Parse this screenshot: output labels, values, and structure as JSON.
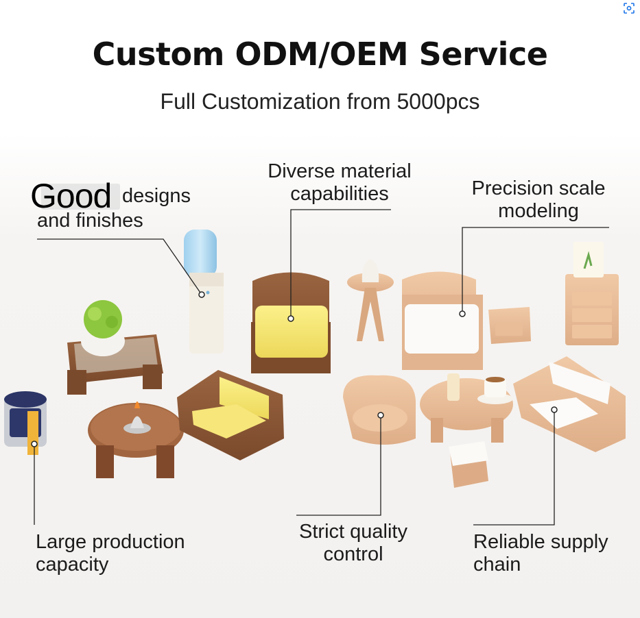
{
  "header": {
    "title": "Custom ODM/OEM Service",
    "subtitle": "Full Customization from 5000pcs"
  },
  "toolbar": {
    "visual_search_icon": "lens-scan-icon"
  },
  "callouts": {
    "designs": {
      "overlay_word": "Good",
      "line1": "designs",
      "line2": "and finishes"
    },
    "material": {
      "line1": "Diverse material",
      "line2": "capabilities"
    },
    "scale": {
      "line1": "Precision scale",
      "line2": "modeling"
    },
    "production": {
      "line1": "Large production",
      "line2": "capacity"
    },
    "quality": {
      "line1": "Strict quality",
      "line2": "control"
    },
    "supply": {
      "line1": "Reliable supply",
      "line2": "chain"
    }
  }
}
